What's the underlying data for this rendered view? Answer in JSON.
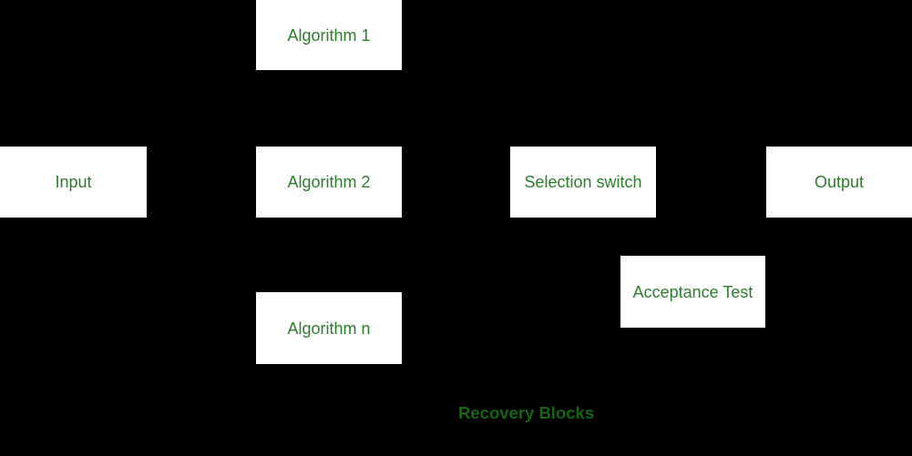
{
  "diagram": {
    "caption": "Recovery Blocks",
    "colors": {
      "background": "#000000",
      "node_fill": "#ffffff",
      "node_text": "#2b7e2b",
      "caption_text": "#156515"
    },
    "nodes": [
      {
        "id": "algorithm-1",
        "label": "Algorithm 1"
      },
      {
        "id": "input",
        "label": "Input"
      },
      {
        "id": "algorithm-2",
        "label": "Algorithm 2"
      },
      {
        "id": "selection-switch",
        "label": "Selection switch"
      },
      {
        "id": "output",
        "label": "Output"
      },
      {
        "id": "acceptance-test",
        "label": "Acceptance Test"
      },
      {
        "id": "algorithm-n",
        "label": "Algorithm n"
      }
    ]
  }
}
